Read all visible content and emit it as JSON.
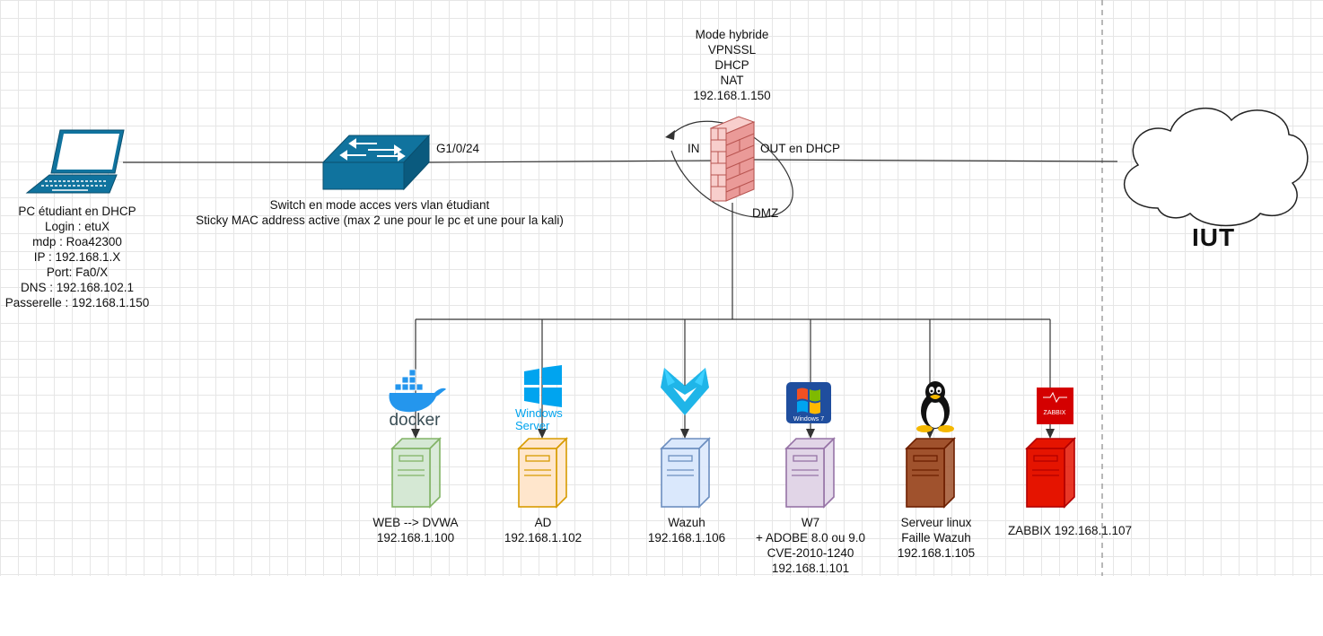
{
  "firewall": {
    "lines": [
      "Mode hybride",
      "VPNSSL",
      "DHCP",
      "NAT",
      "192.168.1.150"
    ],
    "in_label": "IN",
    "out_label": "OUT en DHCP",
    "dmz_label": "DMZ"
  },
  "pc": {
    "lines": [
      "PC étudiant en DHCP",
      "Login : etuX",
      "mdp : Roa42300",
      "IP : 192.168.1.X",
      "Port: Fa0/X",
      "DNS : 192.168.102.1",
      "Passerelle : 192.168.1.150"
    ]
  },
  "switch": {
    "port_label": "G1/0/24",
    "lines": [
      "Switch en mode acces vers vlan étudiant",
      "Sticky MAC address active (max 2 une pour le pc et une pour la kali)"
    ]
  },
  "cloud": {
    "label": "IUT"
  },
  "servers": [
    {
      "id": "web",
      "logo": "docker-logo",
      "logo_text": "docker",
      "fill": "#d5e8d4",
      "stroke": "#82b366",
      "lines": [
        "WEB --> DVWA",
        "192.168.1.100"
      ]
    },
    {
      "id": "ad",
      "logo": "windows-server-logo",
      "logo_text_1": "Windows",
      "logo_text_2": "Server",
      "fill": "#ffe6cc",
      "stroke": "#d79b00",
      "lines": [
        "AD",
        "192.168.1.102"
      ]
    },
    {
      "id": "wazuh",
      "logo": "wazuh-logo",
      "fill": "#dae8fc",
      "stroke": "#6c8ebf",
      "lines": [
        "Wazuh",
        "192.168.1.106"
      ]
    },
    {
      "id": "w7",
      "logo": "windows7-logo",
      "logo_text": "Windows 7",
      "fill": "#e1d5e7",
      "stroke": "#9673a6",
      "lines": [
        "W7",
        "+ ADOBE 8.0 ou 9.0",
        "CVE-2010-1240",
        "192.168.1.101"
      ]
    },
    {
      "id": "linux",
      "logo": "tux-logo",
      "fill": "#a0522d",
      "stroke": "#6d1f00",
      "lines": [
        "Serveur linux",
        "Faille Wazuh",
        "192.168.1.105"
      ]
    },
    {
      "id": "zabbix",
      "logo": "zabbix-logo",
      "logo_text": "ZABBIX",
      "fill": "#e51400",
      "stroke": "#b20000",
      "lines": [
        "ZABBIX 192.168.1.107"
      ]
    }
  ]
}
